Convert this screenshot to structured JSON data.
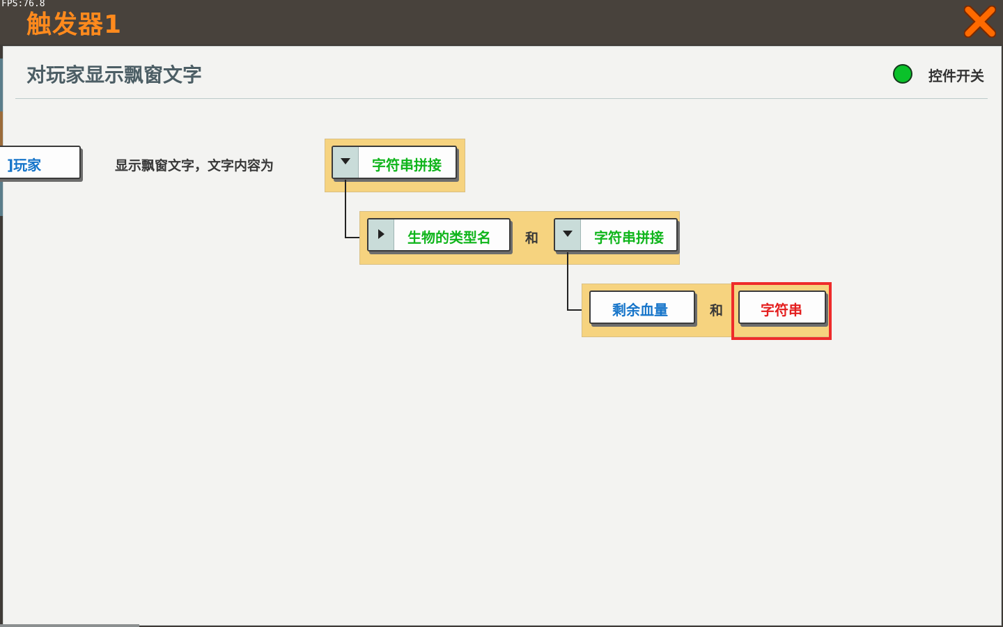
{
  "topbar": {
    "fps": "FPS:76.8",
    "title": "触发器1"
  },
  "panel": {
    "action_title": "对玩家显示飘窗文字",
    "toggle_label": "控件开关",
    "colors": {
      "toggle_on": "#0ac12a",
      "title_orange": "#ff8a1d",
      "highlight": "#ee2b2b"
    }
  },
  "row1": {
    "player_button": "的玩家",
    "player_button_visible": "]玩家",
    "middle_text": "显示飘窗文字，文字内容为",
    "concat1": "字符串拼接"
  },
  "row2": {
    "creature_type": "生物的类型名",
    "and1": "和",
    "concat2": "字符串拼接"
  },
  "row3": {
    "remaining_hp": "剩余血量",
    "and2": "和",
    "string": "字符串"
  },
  "icons": {
    "close": "close-x-icon",
    "dropdown": "triangle-down-icon",
    "expand": "triangle-right-icon"
  }
}
